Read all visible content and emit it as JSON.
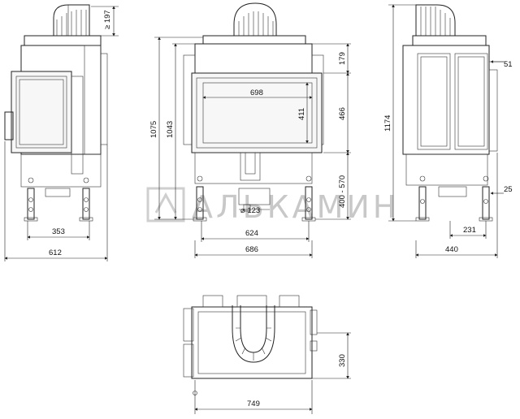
{
  "watermark": "АЛЬКАМИН",
  "dimensions": {
    "side_left": {
      "chimney_min": "≥ 197",
      "mount_width": "353",
      "total_depth": "612"
    },
    "front": {
      "top_offset": "179",
      "glass_width": "698",
      "glass_height": "411",
      "door_height": "466",
      "base_height": "400 - 570",
      "overall_height": "1075",
      "body_height": "1043",
      "duct_diameter": "⌀ 123",
      "base_width": "624",
      "total_width": "686"
    },
    "side_right": {
      "height": "1174",
      "offset_top": "51",
      "offset_bottom": "25",
      "leg_width": "231",
      "total_depth": "440"
    },
    "plan": {
      "depth": "330",
      "width": "749"
    }
  }
}
